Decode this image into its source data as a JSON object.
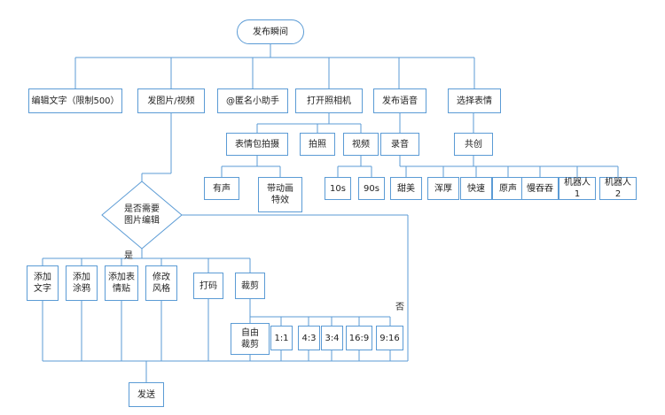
{
  "title": "发布瞬间流程图",
  "colors": {
    "line": "#5b9bd5",
    "node_border": "#5b9bd5",
    "node_fill": "#ffffff",
    "text": "#222222"
  },
  "nodes": {
    "root": "发布瞬间",
    "edit_text": "编辑文字（限制500）",
    "post_media": "发图片/视频",
    "at_assistant": "@匿名小助手",
    "open_camera": "打开照相机",
    "publish_voice": "发布语音",
    "choose_emoji": "选择表情",
    "emoji_shoot": "表情包拍摄",
    "take_photo": "拍照",
    "video": "视频",
    "record": "录音",
    "cocreate": "共创",
    "with_sound": "有声",
    "anim_fx": "带动画\n特效",
    "s10": "10s",
    "s90": "90s",
    "sweet": "甜美",
    "deep": "浑厚",
    "fast": "快速",
    "original": "原声",
    "slow": "慢吞吞",
    "robot1": "机器人1",
    "robot2": "机器人2",
    "need_edit": "是否需要\n图片编辑",
    "yes_label": "是",
    "no_label": "否",
    "add_text": "添加\n文字",
    "add_doodle": "添加\n涂鸦",
    "add_sticker": "添加表\n情贴",
    "change_style": "修改\n风格",
    "mosaic": "打码",
    "crop": "裁剪",
    "free_crop": "自由\n裁剪",
    "r11": "1:1",
    "r43": "4:3",
    "r34": "3:4",
    "r169": "16:9",
    "r916": "9:16",
    "send": "发送"
  }
}
